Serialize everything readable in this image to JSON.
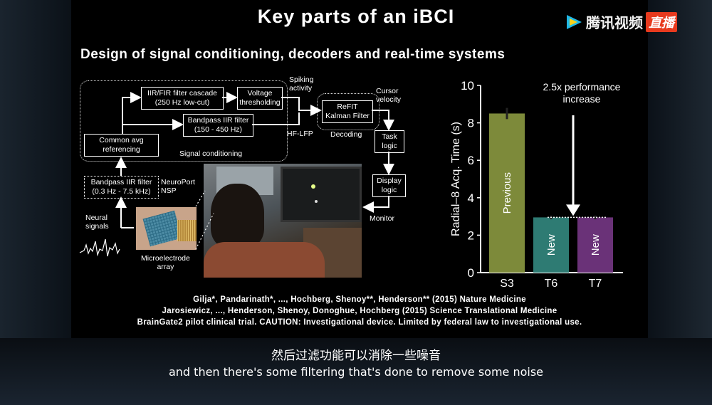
{
  "header": {
    "title": "Key parts of an iBCI",
    "subtitle": "Design of signal conditioning, decoders and real-time systems"
  },
  "logo": {
    "text": "腾讯视频",
    "live": "直播"
  },
  "diagram": {
    "iir_filter": "IIR/FIR filter cascade\n(250 Hz low-cut)",
    "voltage_threshold": "Voltage\nthresholding",
    "spiking_activity": "Spiking\nactivity",
    "bandpass_high": "Bandpass IIR filter\n(150 - 450 Hz)",
    "hf_lfp": "HF-LFP",
    "refit": "ReFIT\nKalman Filter",
    "decoding": "Decoding",
    "cursor_velocity": "Cursor\nvelocity",
    "common_avg": "Common avg\nreferencing",
    "signal_conditioning": "Signal conditioning",
    "task_logic": "Task\nlogic",
    "display_logic": "Display\nlogic",
    "monitor": "Monitor",
    "bandpass_low": "Bandpass IIR filter\n(0.3 Hz - 7.5 kHz)",
    "neuroport": "NeuroPort\nNSP",
    "neural_signals": "Neural\nsignals",
    "microelectrode": "Microelectrode\narray"
  },
  "chart_data": {
    "type": "bar",
    "categories": [
      "S3",
      "T6",
      "T7"
    ],
    "values": [
      8.5,
      2.95,
      2.95
    ],
    "errors": [
      0.3,
      0.1,
      0.1
    ],
    "bar_labels": [
      "Previous",
      "New",
      "New"
    ],
    "colors": [
      "#7d8a3a",
      "#2e7b73",
      "#6a3278"
    ],
    "ylabel": "Radial–8 Acq. Time (s)",
    "ylim": [
      0,
      10
    ],
    "yticks": [
      0,
      2,
      4,
      6,
      8,
      10
    ],
    "annotation": "2.5x performance\nincrease"
  },
  "citations": [
    "Gilja*, Pandarinath*, ..., Hochberg, Shenoy**, Henderson** (2015) Nature Medicine",
    "Jarosiewicz, ..., Henderson, Shenoy, Donoghue, Hochberg (2015) Science Translational Medicine",
    "BrainGate2 pilot clinical trial. CAUTION: Investigational device. Limited by federal law to investigational use."
  ],
  "subtitles": {
    "chinese": "然后过滤功能可以消除一些噪音",
    "english": "and then there's some filtering that's done to remove some noise"
  }
}
